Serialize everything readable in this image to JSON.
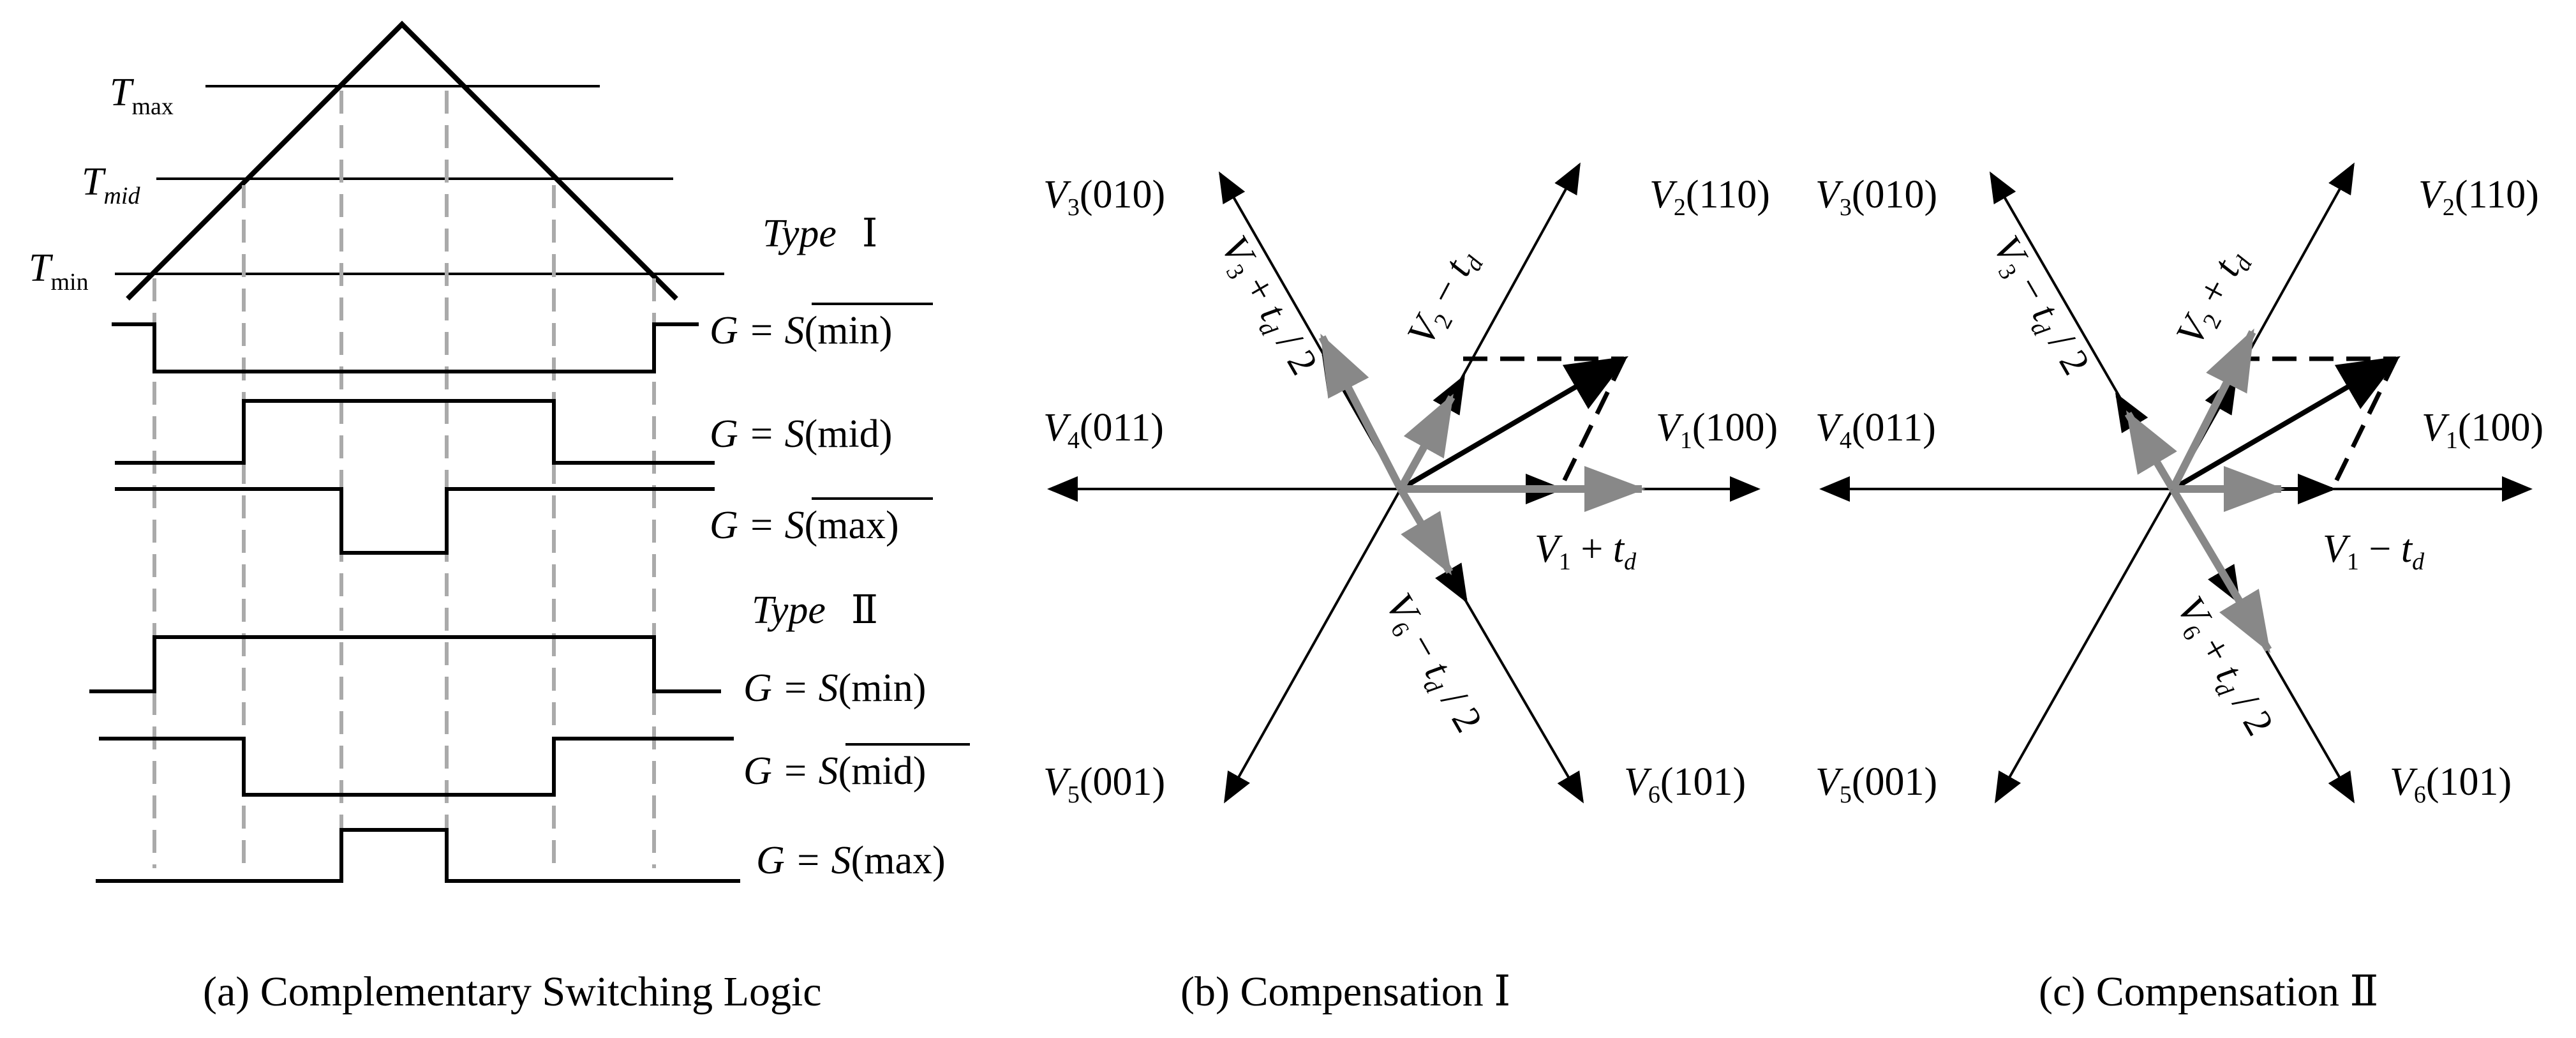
{
  "figure_a": {
    "caption": "(a) Complementary Switching Logic",
    "levels": {
      "tmax": {
        "base": "T",
        "sub": "max"
      },
      "tmid": {
        "base": "T",
        "sub": "mid"
      },
      "tmin": {
        "base": "T",
        "sub": "min"
      }
    },
    "type1": {
      "word": "Type",
      "numeral": "Ⅰ"
    },
    "type2": {
      "word": "Type",
      "numeral": "Ⅱ"
    },
    "signals": {
      "s1": {
        "lhs": "G = ",
        "base": "S",
        "arg": "min",
        "overline": true
      },
      "s2": {
        "lhs": "G = ",
        "base": "S",
        "arg": "mid",
        "overline": false
      },
      "s3": {
        "lhs": "G = ",
        "base": "S",
        "arg": "max",
        "overline": true
      },
      "s4": {
        "lhs": "G = ",
        "base": "S",
        "arg": "min",
        "overline": false
      },
      "s5": {
        "lhs": "G = ",
        "base": "S",
        "arg": "mid",
        "overline": true
      },
      "s6": {
        "lhs": "G = ",
        "base": "S",
        "arg": "max",
        "overline": false
      }
    }
  },
  "figure_b": {
    "caption": "(b) Compensation Ⅰ",
    "vectors": {
      "v1": {
        "base": "V",
        "sub": "1",
        "code": "(100)"
      },
      "v2": {
        "base": "V",
        "sub": "2",
        "code": "(110)"
      },
      "v3": {
        "base": "V",
        "sub": "3",
        "code": "(010)"
      },
      "v4": {
        "base": "V",
        "sub": "4",
        "code": "(011)"
      },
      "v5": {
        "base": "V",
        "sub": "5",
        "code": "(001)"
      },
      "v6": {
        "base": "V",
        "sub": "6",
        "code": "(101)"
      }
    },
    "comp": {
      "c1": {
        "pre": "V",
        "pre_sub": "1",
        "op": " + ",
        "td": "t",
        "td_sub": "d",
        "post": ""
      },
      "c2": {
        "pre": "V",
        "pre_sub": "2",
        "op": " − ",
        "td": "t",
        "td_sub": "d",
        "post": ""
      },
      "c3": {
        "pre": "V",
        "pre_sub": "3",
        "op": " + ",
        "td": "t",
        "td_sub": "d",
        "post": " / 2"
      },
      "c6": {
        "pre": "V",
        "pre_sub": "6",
        "op": " − ",
        "td": "t",
        "td_sub": "d",
        "post": " / 2"
      }
    }
  },
  "figure_c": {
    "caption": "(c) Compensation Ⅱ",
    "vectors": {
      "v1": {
        "base": "V",
        "sub": "1",
        "code": "(100)"
      },
      "v2": {
        "base": "V",
        "sub": "2",
        "code": "(110)"
      },
      "v3": {
        "base": "V",
        "sub": "3",
        "code": "(010)"
      },
      "v4": {
        "base": "V",
        "sub": "4",
        "code": "(011)"
      },
      "v5": {
        "base": "V",
        "sub": "5",
        "code": "(001)"
      },
      "v6": {
        "base": "V",
        "sub": "6",
        "code": "(101)"
      }
    },
    "comp": {
      "c1": {
        "pre": "V",
        "pre_sub": "1",
        "op": " − ",
        "td": "t",
        "td_sub": "d",
        "post": ""
      },
      "c2": {
        "pre": "V",
        "pre_sub": "2",
        "op": " + ",
        "td": "t",
        "td_sub": "d",
        "post": ""
      },
      "c3": {
        "pre": "V",
        "pre_sub": "3",
        "op": " − ",
        "td": "t",
        "td_sub": "d",
        "post": " / 2"
      },
      "c6": {
        "pre": "V",
        "pre_sub": "6",
        "op": " + ",
        "td": "t",
        "td_sub": "d",
        "post": " / 2"
      }
    }
  }
}
